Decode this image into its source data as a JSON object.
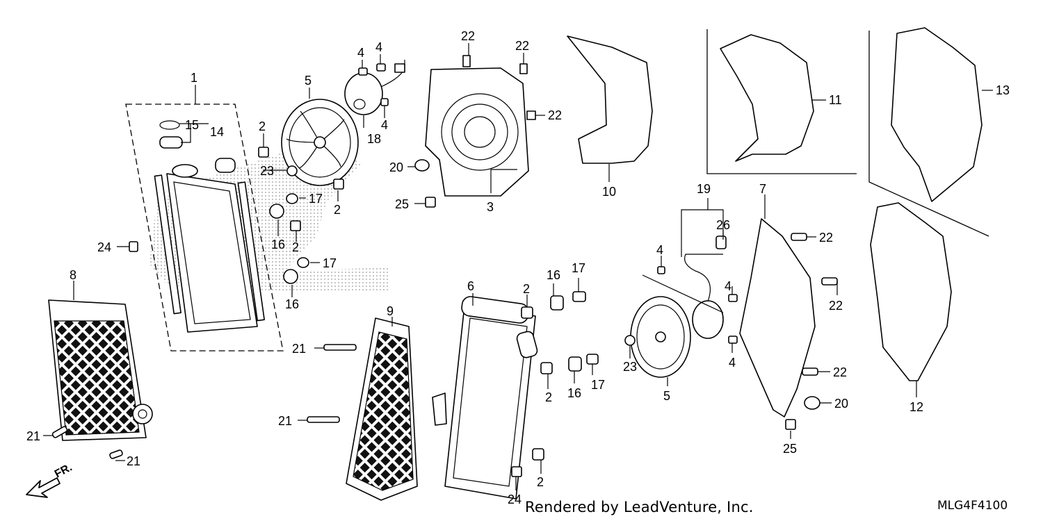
{
  "diagram": {
    "callouts": [
      "1",
      "15",
      "14",
      "2",
      "23",
      "17",
      "2",
      "16",
      "2",
      "17",
      "16",
      "24",
      "8",
      "21",
      "21",
      "5",
      "4",
      "4",
      "4",
      "18",
      "22",
      "22",
      "22",
      "20",
      "25",
      "3",
      "10",
      "11",
      "13",
      "12",
      "7",
      "22",
      "22",
      "22",
      "20",
      "25",
      "19",
      "26",
      "4",
      "4",
      "4",
      "5",
      "23",
      "6",
      "2",
      "2",
      "16",
      "17",
      "16",
      "17",
      "2",
      "24",
      "9",
      "21",
      "21"
    ],
    "fr_label": "FR.",
    "credit": "Rendered by LeadVenture, Inc.",
    "code": "MLG4F4100"
  }
}
